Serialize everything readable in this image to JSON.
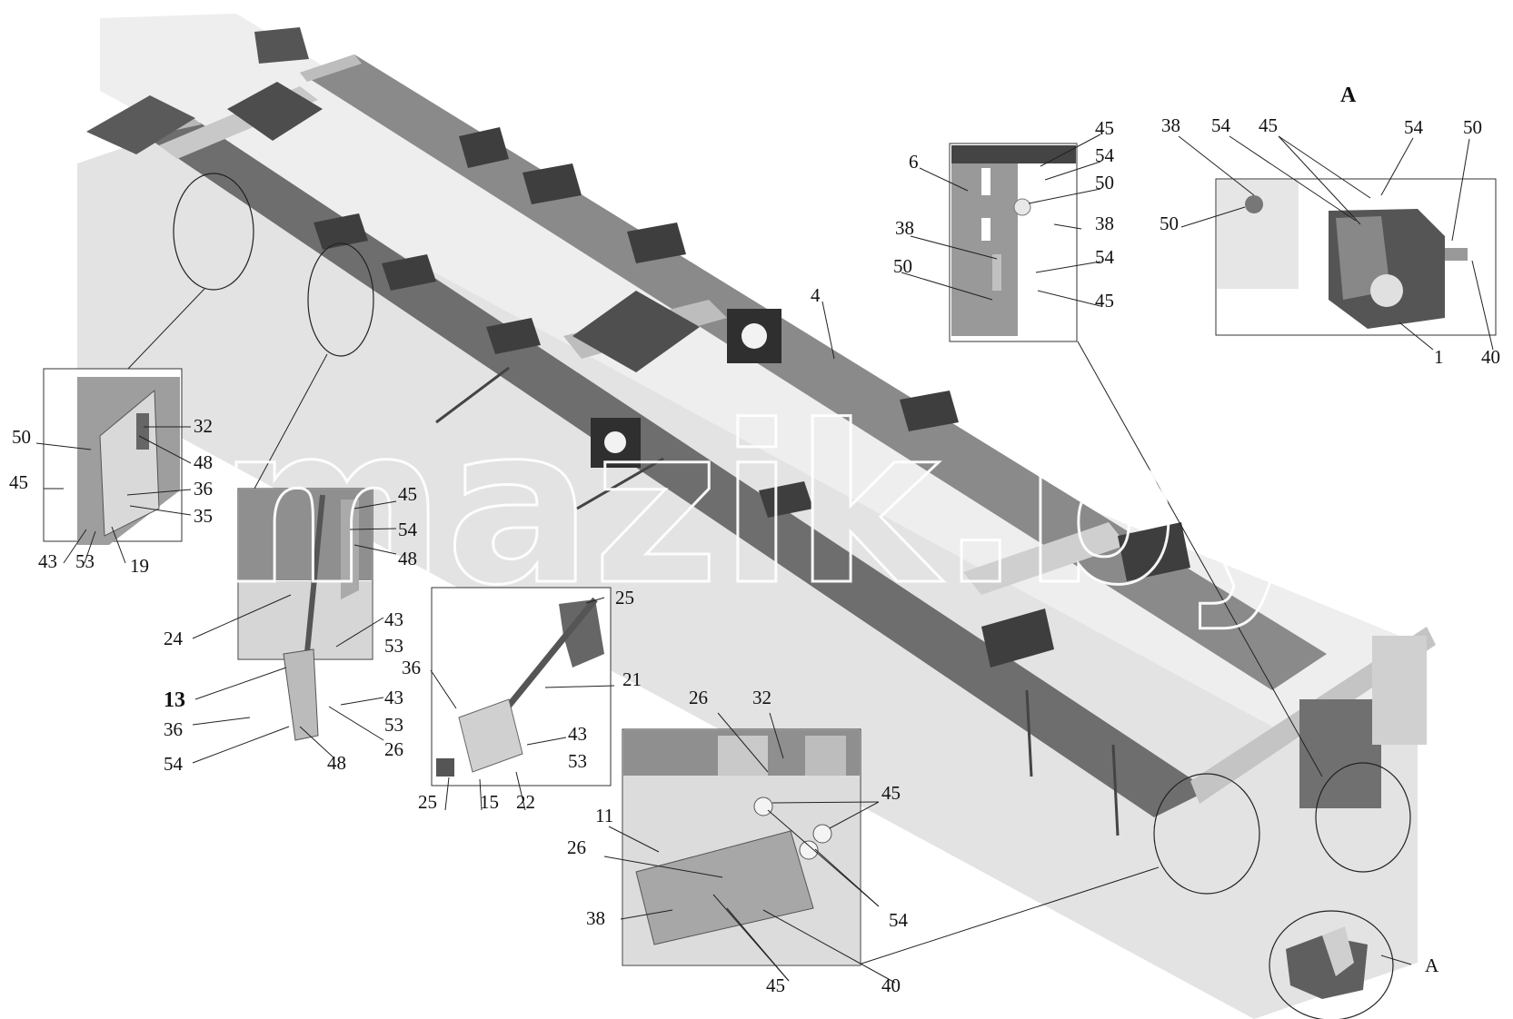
{
  "labels": {
    "A_view_title": "A",
    "A_callout": "A",
    "main_4": "4",
    "a_38": "38",
    "a_54a": "54",
    "a_45": "45",
    "a_54b": "54",
    "a_50top": "50",
    "a_50left": "50",
    "a_1": "1",
    "a_40": "40",
    "b_6": "6",
    "b_45a": "45",
    "b_54a": "54",
    "b_50a": "50",
    "b_38a": "38",
    "b_38b": "38",
    "b_50b": "50",
    "b_54b": "54",
    "b_45b": "45",
    "c_32": "32",
    "c_50": "50",
    "c_48": "48",
    "c_45": "45",
    "c_36": "36",
    "c_35": "35",
    "c_43": "43",
    "c_53": "53",
    "c_19": "19",
    "d_45": "45",
    "d_54a": "54",
    "d_48a": "48",
    "d_24": "24",
    "d_43a": "43",
    "d_53a": "53",
    "d_13": "13",
    "d_43b": "43",
    "d_36": "36",
    "d_53b": "53",
    "d_26": "26",
    "d_54b": "54",
    "d_48b": "48",
    "e_25a": "25",
    "e_36": "36",
    "e_21": "21",
    "e_43": "43",
    "e_53": "53",
    "e_25b": "25",
    "e_15": "15",
    "e_22": "22",
    "f_26a": "26",
    "f_32": "32",
    "f_45a": "45",
    "f_11": "11",
    "f_26b": "26",
    "f_54": "54",
    "f_38": "38",
    "f_45b": "45",
    "f_40": "40"
  },
  "watermark": "mazik.by",
  "colors": {
    "frame_dark": "#6e6e6e",
    "frame_light": "#d9d9d9",
    "background": "#ffffff"
  }
}
